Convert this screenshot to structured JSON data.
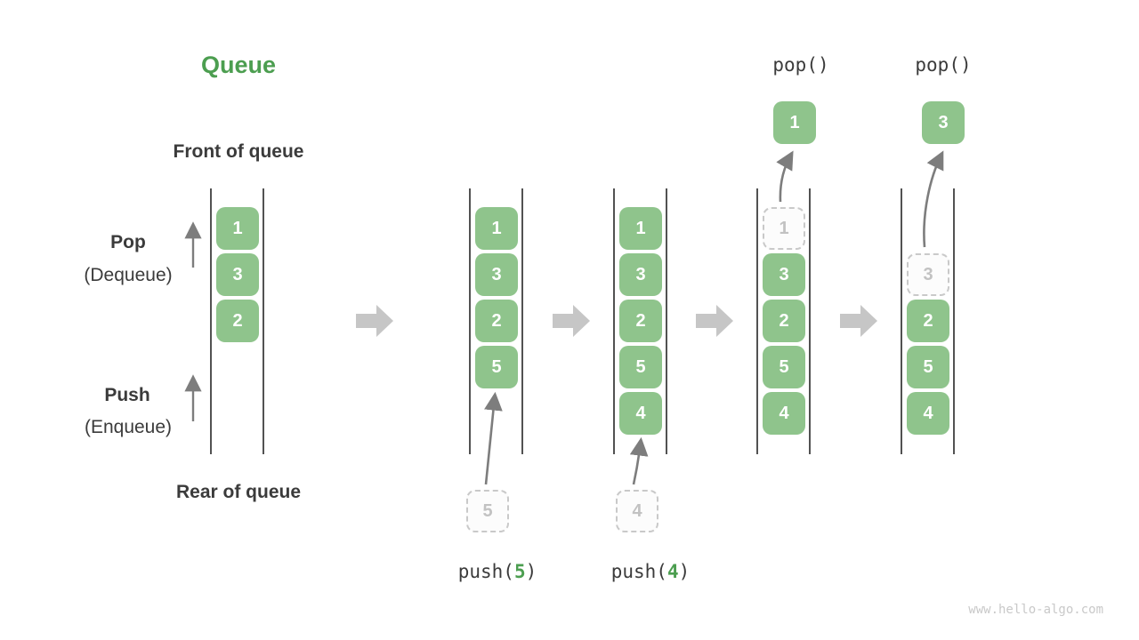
{
  "title": "Queue",
  "labels": {
    "front_of_queue": "Front of queue",
    "rear_of_queue": "Rear of queue",
    "pop": "Pop",
    "pop_sub": "(Dequeue)",
    "push": "Push",
    "push_sub": "(Enqueue)"
  },
  "operations": {
    "pop1": "pop()",
    "pop2": "pop()",
    "push5": {
      "prefix": "push(",
      "arg": "5",
      "suffix": ")"
    },
    "push4": {
      "prefix": "push(",
      "arg": "4",
      "suffix": ")"
    }
  },
  "queues": [
    {
      "state": "initial",
      "cells": [
        {
          "value": "1"
        },
        {
          "value": "3"
        },
        {
          "value": "2"
        }
      ]
    },
    {
      "state": "after-push-5",
      "cells": [
        {
          "value": "1"
        },
        {
          "value": "3"
        },
        {
          "value": "2"
        },
        {
          "value": "5"
        }
      ],
      "incoming": {
        "value": "5"
      }
    },
    {
      "state": "after-push-4",
      "cells": [
        {
          "value": "1"
        },
        {
          "value": "3"
        },
        {
          "value": "2"
        },
        {
          "value": "5"
        },
        {
          "value": "4"
        }
      ],
      "incoming": {
        "value": "4"
      }
    },
    {
      "state": "pop-1",
      "cells": [
        {
          "value": "1",
          "ghost": true
        },
        {
          "value": "3"
        },
        {
          "value": "2"
        },
        {
          "value": "5"
        },
        {
          "value": "4"
        }
      ],
      "popped": {
        "value": "1"
      }
    },
    {
      "state": "pop-3",
      "cells": [
        {
          "value": "3",
          "ghost": true
        },
        {
          "value": "2"
        },
        {
          "value": "5"
        },
        {
          "value": "4"
        }
      ],
      "popped": {
        "value": "3"
      }
    }
  ],
  "watermark": "www.hello-algo.com",
  "colors": {
    "box_green": "#8fc48c",
    "title_green": "#4c9e50",
    "push_arg_green": "#4c9e50",
    "text_dark": "#3b3b3b",
    "ghost_border": "#c9c9c9",
    "ghost_text": "#c2c2c2",
    "thin_arrow": "#7d7d7d",
    "block_arrow": "#c6c6c6",
    "queue_line": "#525252",
    "watermark_gray": "#c9c9c9"
  }
}
